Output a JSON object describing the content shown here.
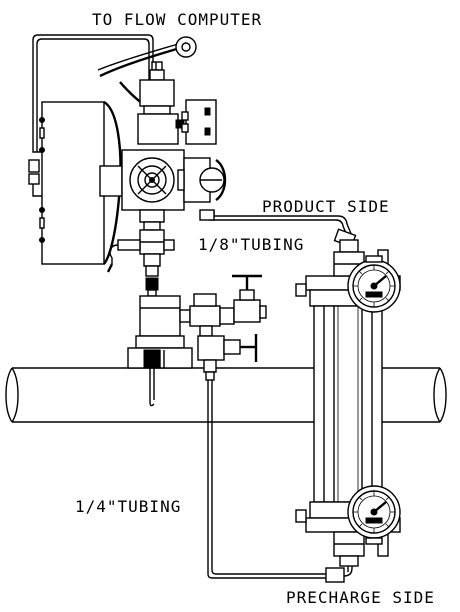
{
  "labels": {
    "to_flow_computer": "TO FLOW COMPUTER",
    "product_side": "PRODUCT SIDE",
    "tubing_eighth": "1/8\"TUBING",
    "tubing_quarter": "1/4\"TUBING",
    "precharge_side": "PRECHARGE SIDE"
  },
  "colors": {
    "line": "#000000",
    "background": "#ffffff"
  },
  "icons": [
    "pressure-gauge-icon",
    "pressure-gauge-icon"
  ]
}
